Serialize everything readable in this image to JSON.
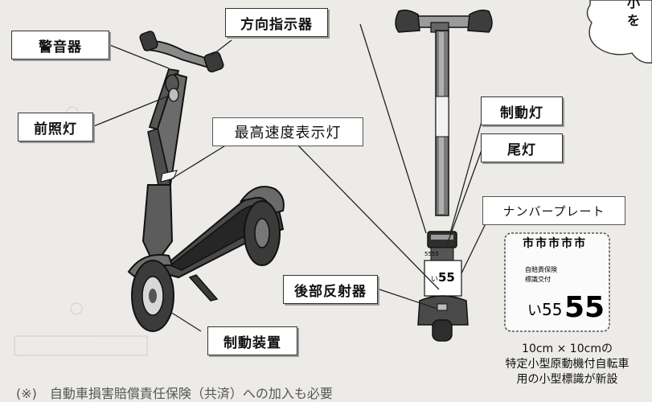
{
  "labels": {
    "horn": "警音器",
    "turn_signal": "方向指示器",
    "headlight": "前照灯",
    "max_speed_lamp": "最高速度表示灯",
    "brake_light": "制動灯",
    "tail_light": "尾灯",
    "number_plate": "ナンバープレート",
    "rear_reflector": "後部反射器",
    "brake_device": "制動装置"
  },
  "plate": {
    "top_row": "市市市市市",
    "small_text_1": "自賠責保険",
    "small_text_2": "標識交付",
    "kana": "い",
    "number_small": "55",
    "number_large": "55"
  },
  "scooter_rear_plate": {
    "kana": "い",
    "number": "5555",
    "number_large": "55"
  },
  "caption": {
    "line1": "10cm × 10cmの",
    "line2": "特定小型原動機付自転車",
    "line3": "用の小型標識が新設"
  },
  "bubble": {
    "line1": "小",
    "line2": "を"
  },
  "bottom_text": "(※)　自動車損害賠償責任保険（共済）への加入も必要"
}
